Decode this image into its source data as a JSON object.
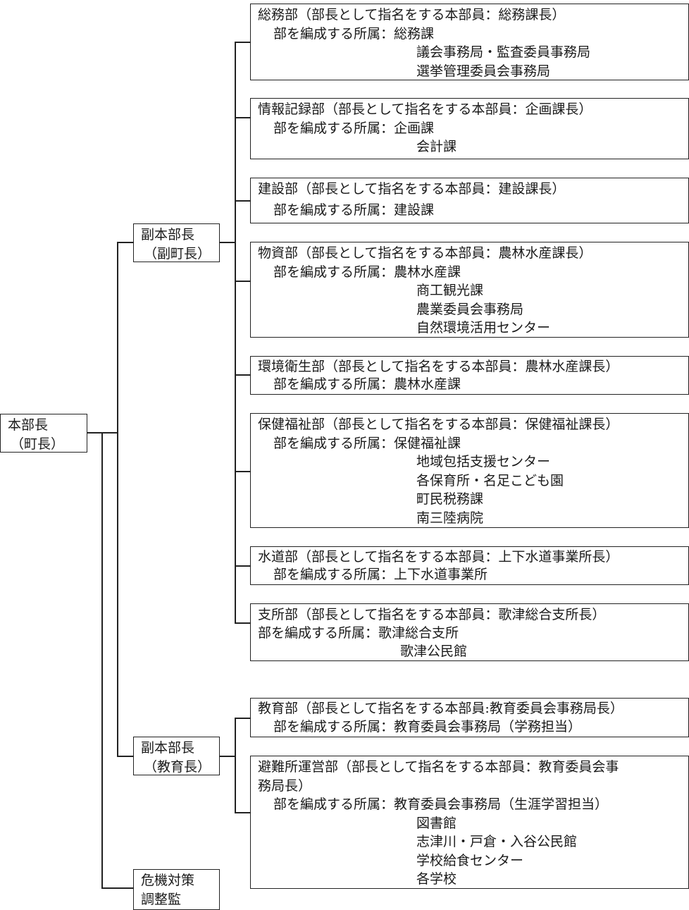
{
  "root": {
    "line1": "本部長",
    "line2": "（町長）"
  },
  "deputies": [
    {
      "line1": "副本部長",
      "line2": "（副町長）"
    },
    {
      "line1": "副本部長",
      "line2": "（教育長）"
    }
  ],
  "crisis": {
    "line1": "危機対策",
    "line2": "調整監"
  },
  "label_units": "部を編成する所属：",
  "departments": [
    {
      "title": "総務部（部長として指名をする本部員：総務課長）",
      "units": [
        "総務課",
        "議会事務局・監査委員事務局",
        "選挙管理委員会事務局"
      ]
    },
    {
      "title": "情報記録部（部長として指名をする本部員：企画課長）",
      "units": [
        "企画課",
        "会計課"
      ]
    },
    {
      "title": "建設部（部長として指名をする本部員：建設課長）",
      "units": [
        "建設課"
      ]
    },
    {
      "title": "物資部（部長として指名をする本部員：農林水産課長）",
      "units": [
        "農林水産課",
        "商工観光課",
        "農業委員会事務局",
        "自然環境活用センター"
      ]
    },
    {
      "title": "環境衛生部（部長として指名をする本部員：農林水産課長）",
      "units": [
        "農林水産課"
      ]
    },
    {
      "title": "保健福祉部（部長として指名をする本部員：保健福祉課長）",
      "units": [
        "保健福祉課",
        "地域包括支援センター",
        "各保育所・名足こども園",
        "町民税務課",
        "南三陸病院"
      ]
    },
    {
      "title": "水道部（部長として指名をする本部員：上下水道事業所長）",
      "units": [
        "上下水道事業所"
      ]
    },
    {
      "title": "支所部（部長として指名をする本部員：歌津総合支所長）",
      "units": [
        "歌津総合支所",
        "歌津公民館"
      ]
    },
    {
      "title": "教育部（部長として指名をする本部員:教育委員会事務局長）",
      "units": [
        "教育委員会事務局（学務担当）"
      ]
    },
    {
      "title": "避難所運営部（部長として指名をする本部員：教育委員会事",
      "title_cont": "務局長）",
      "units": [
        "教育委員会事務局（生涯学習担当）",
        "図書館",
        "志津川・戸倉・入谷公民館",
        "学校給食センター",
        "各学校"
      ]
    }
  ]
}
